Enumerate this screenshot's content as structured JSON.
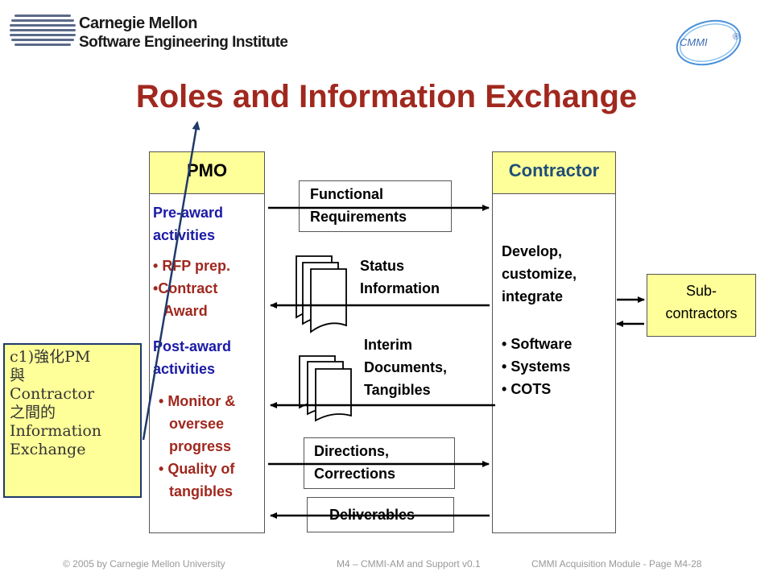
{
  "header": {
    "org_line1": "Carnegie Mellon",
    "org_line2": "Software Engineering Institute",
    "cmmi_logo_text": "CMMI",
    "registered_mark": "®"
  },
  "title": "Roles and Information Exchange",
  "pmo": {
    "heading": "PMO",
    "pre_award_label_1": "Pre-award",
    "pre_award_label_2": "activities",
    "pre_items": [
      "RFP prep.",
      "Contract",
      "Award"
    ],
    "post_award_label_1": "Post-award",
    "post_award_label_2": "activities",
    "post_items": [
      "Monitor &",
      "oversee",
      "progress",
      "Quality of",
      "tangibles"
    ]
  },
  "contractor": {
    "heading": "Contractor",
    "desc": [
      "Develop,",
      "customize,",
      "integrate"
    ],
    "items": [
      "Software",
      "Systems",
      "COTS"
    ]
  },
  "messages": {
    "functional_1": "Functional",
    "functional_2": "Requirements",
    "status_1": "Status",
    "status_2": "Information",
    "interim_1": "Interim",
    "interim_2": "Documents,",
    "interim_3": "Tangibles",
    "directions_1": "Directions,",
    "directions_2": "Corrections",
    "deliverables": "Deliverables"
  },
  "subcontractors": {
    "line1": "Sub-",
    "line2": "contractors"
  },
  "note": {
    "lines": [
      "c1)強化PM",
      "與",
      "Contractor",
      "之間的",
      "Information",
      "Exchange"
    ]
  },
  "footer": {
    "left": "© 2005 by Carnegie Mellon University",
    "middle": "M4 – CMMI-AM and Support  v0.1",
    "right": "CMMI Acquisition Module - Page  M4-28"
  },
  "colors": {
    "title": "#a0281e",
    "highlight_fill": "#ffff99",
    "pre_post_labels": "#1a1aa6",
    "arrow": "#1f3a6b"
  }
}
